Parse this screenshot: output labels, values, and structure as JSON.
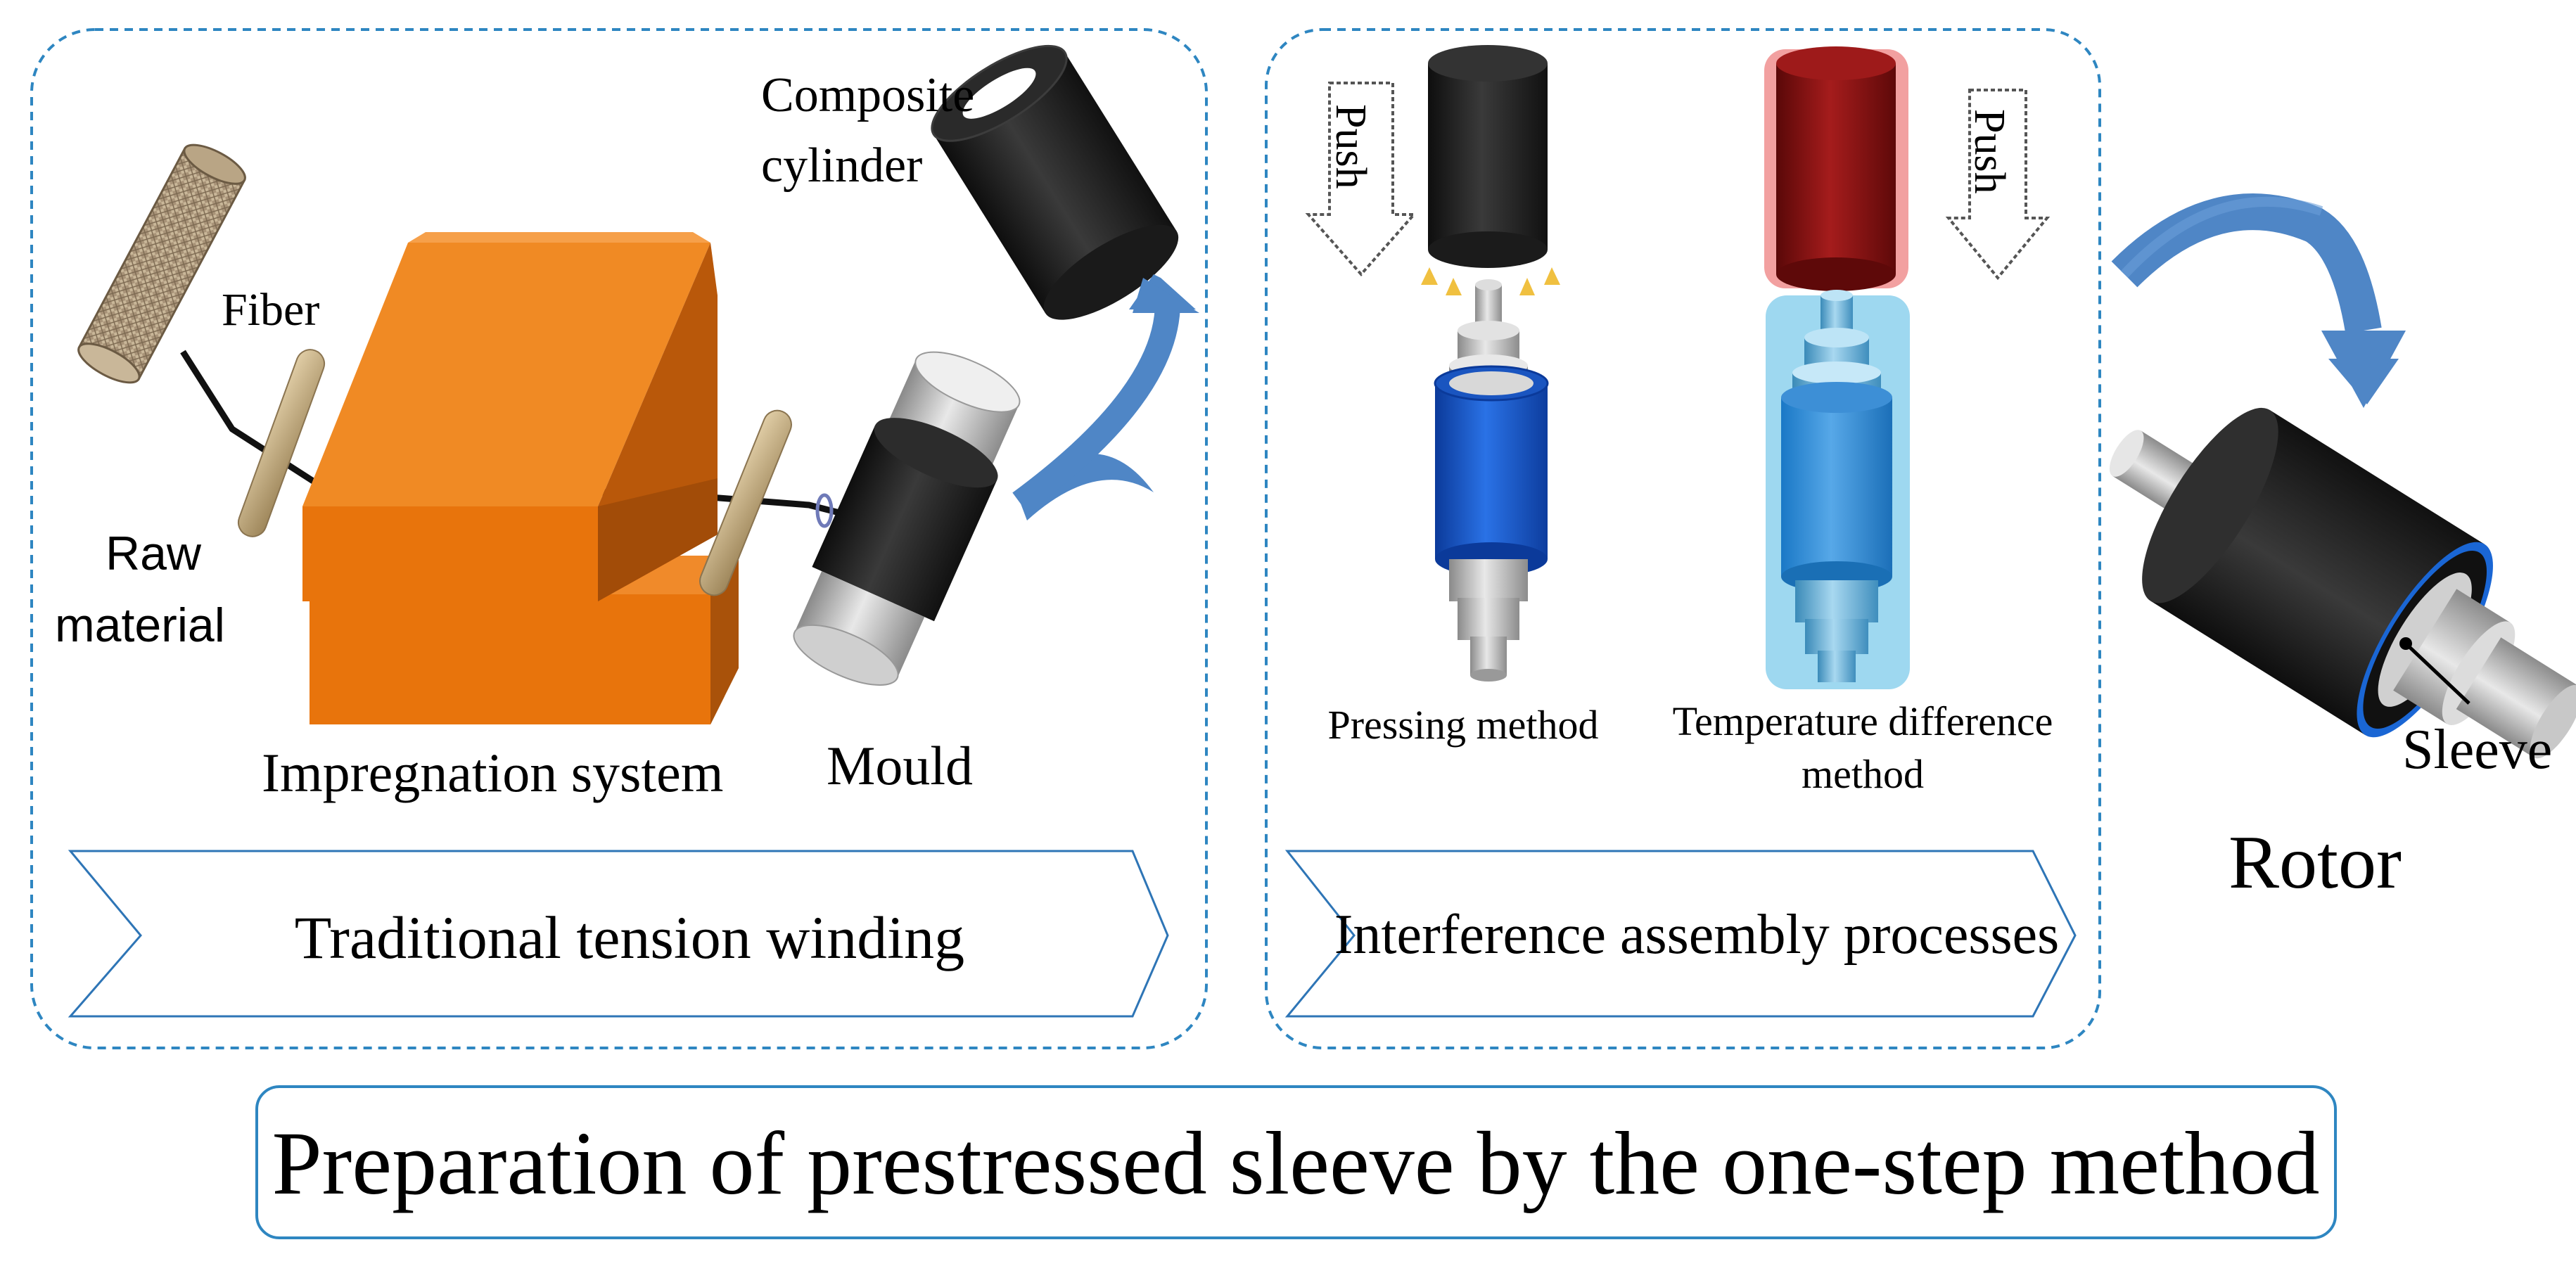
{
  "panels": {
    "winding": {
      "banner": "Traditional tension winding",
      "labels": {
        "fiber": "Fiber",
        "raw_material_1": "Raw",
        "raw_material_2": "material",
        "impregnation": "Impregnation system",
        "mould": "Mould",
        "composite_1": "Composite",
        "composite_2": "cylinder"
      }
    },
    "assembly": {
      "banner": "Interference assembly processes",
      "push_left": "Push",
      "push_right": "Push",
      "pressing": "Pressing method",
      "temp_1": "Temperature difference",
      "temp_2": "method"
    },
    "rotor": {
      "sleeve": "Sleeve",
      "rotor": "Rotor"
    }
  },
  "footer": {
    "title": "Preparation of prestressed sleeve by the one-step method"
  },
  "colors": {
    "panel_border": "#2e86c1",
    "chevron_border": "#2e75b6",
    "arrow_blue": "#4f86c6",
    "orange": "#e8740c",
    "rod_tan": "#c4ac82",
    "black_cyl": "#1e1e1e",
    "blue_cyl": "#1456c8",
    "light_blue_bg": "#9ed8f0",
    "red_cyl": "#8b1010",
    "red_bg": "#f2a0a0"
  }
}
